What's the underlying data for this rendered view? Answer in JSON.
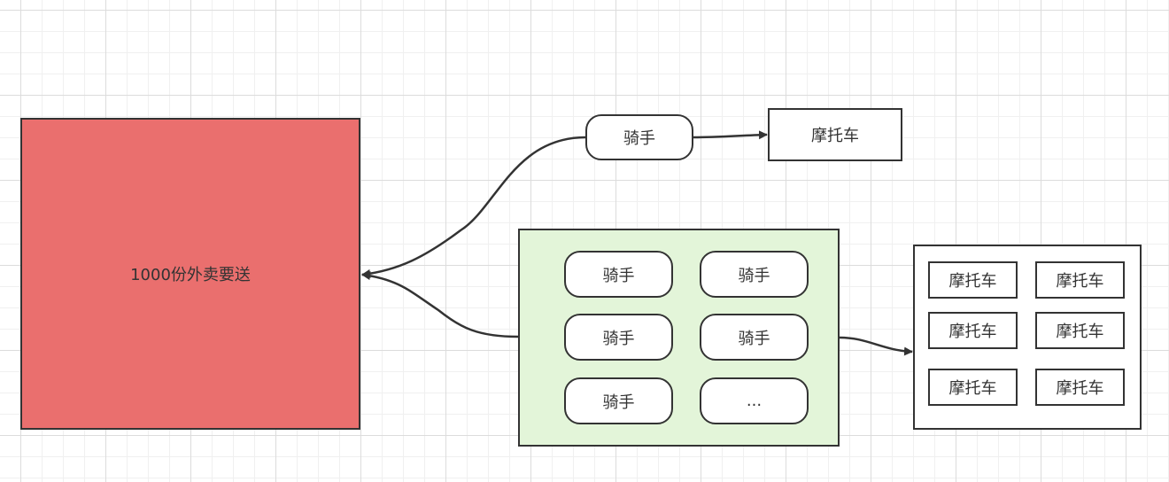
{
  "diagram": {
    "target": {
      "label": "1000份外卖要送",
      "fill": "#ea6f6e"
    },
    "single": {
      "rider": "骑手",
      "vehicle": "摩托车"
    },
    "pool": {
      "fill": "#e3f5d9",
      "riders": [
        "骑手",
        "骑手",
        "骑手",
        "骑手",
        "骑手",
        "..."
      ]
    },
    "vehicles": [
      "摩托车",
      "摩托车",
      "摩托车",
      "摩托车",
      "摩托车",
      "摩托车"
    ],
    "colors": {
      "line": "#333333",
      "node_fill": "#ffffff"
    }
  }
}
